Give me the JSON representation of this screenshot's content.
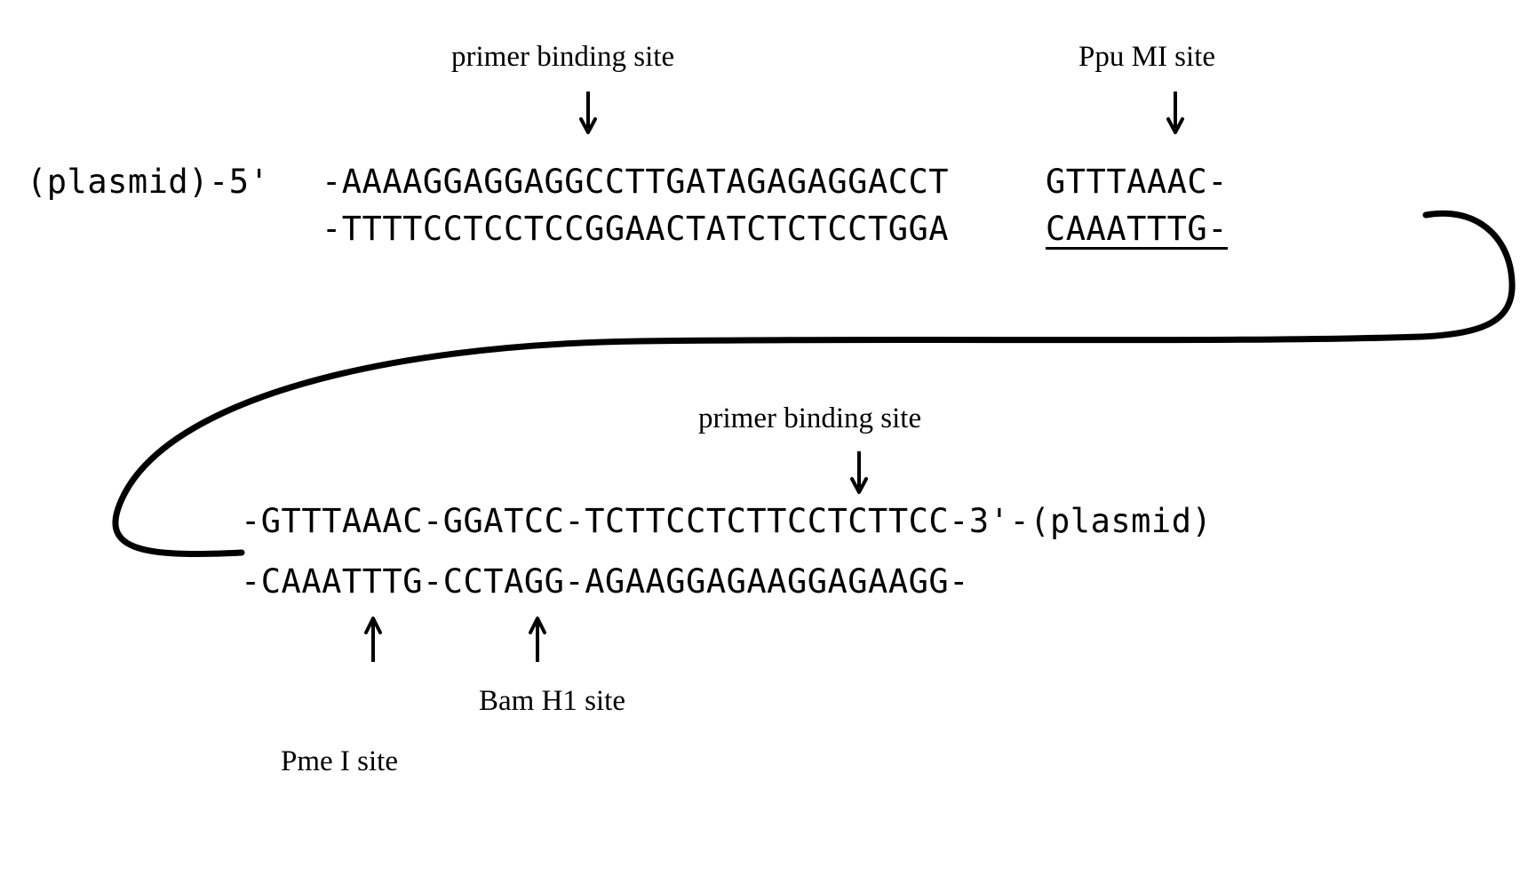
{
  "figure": {
    "type": "dna-construct-map",
    "description": "Double-stranded DNA sequence of a plasmid insert shown on two wrapped lines joined by a connector curve"
  },
  "annotations": {
    "top_primer_label": "primer binding site",
    "ppu_label": "Ppu MI site",
    "mid_primer_label": "primer binding site",
    "bam_label": "Bam H1 site",
    "pme_label": "Pme I site"
  },
  "icons": {
    "down_arrow": "arrow-down-icon",
    "up_arrow": "arrow-up-icon",
    "connector": "wrap-connector-curve"
  },
  "sequence_block_top": {
    "left_flank": "(plasmid)-5'",
    "top_strand_main": "-AAAAGGAGGAGGCCTTGATAGAGAGGACCT",
    "top_strand_site": "GTTTAAAC-",
    "bottom_strand_main": "-TTTTCCTCCTCCGGAACTATCTCTCCTGGA",
    "bottom_strand_site": "CAAATTTG-",
    "site_underlined": true
  },
  "sequence_block_bottom": {
    "top_strand": "-GTTTAAAC-GGATCC-TCTTCCTCTTCCTCTTCC-3'-(plasmid)",
    "bottom_strand": "-CAAATTTG-CCTAGG-AGAAGGAGAAGGAGAAGG-"
  },
  "colors": {
    "ink": "#000000",
    "background": "#ffffff"
  }
}
